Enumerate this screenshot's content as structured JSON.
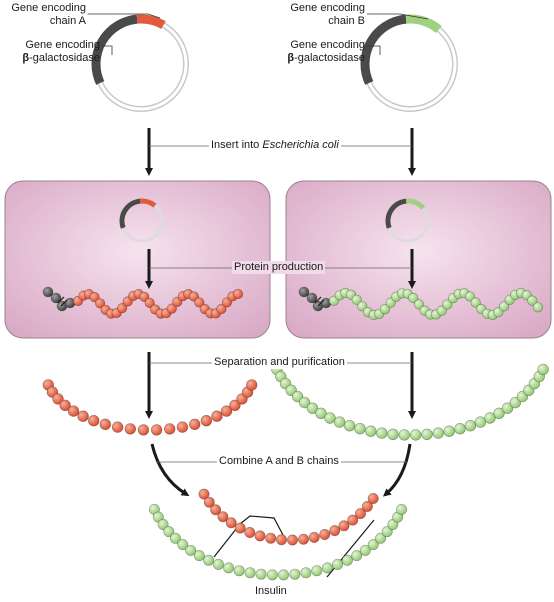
{
  "colors": {
    "chain_a": "#e25b3c",
    "chain_b": "#9fd17f",
    "beta_gal": "#4a4a4a",
    "plasmid_ring": "#d9d9d9",
    "cell_fill": "#ecc7dd",
    "cell_stroke": "#a88a9c",
    "arrow": "#1a1a1a"
  },
  "labels": {
    "gene_a_line1": "Gene encoding",
    "gene_a_line2": "chain A",
    "gene_b_line1": "Gene encoding",
    "gene_b_line2": "chain B",
    "betagal_left_line1": "Gene encoding",
    "betagal_left_beta": "β",
    "betagal_left_line2": "-galactosidase",
    "betagal_right_line1": "Gene encoding",
    "betagal_right_beta": "β",
    "betagal_right_line2": "-galactosidase",
    "step1_prefix": "Insert into ",
    "step1_organism": "Escherichia coli",
    "step2": "Protein production",
    "step3": "Separation and purification",
    "step4": "Combine A and B chains",
    "result": "Insulin"
  }
}
